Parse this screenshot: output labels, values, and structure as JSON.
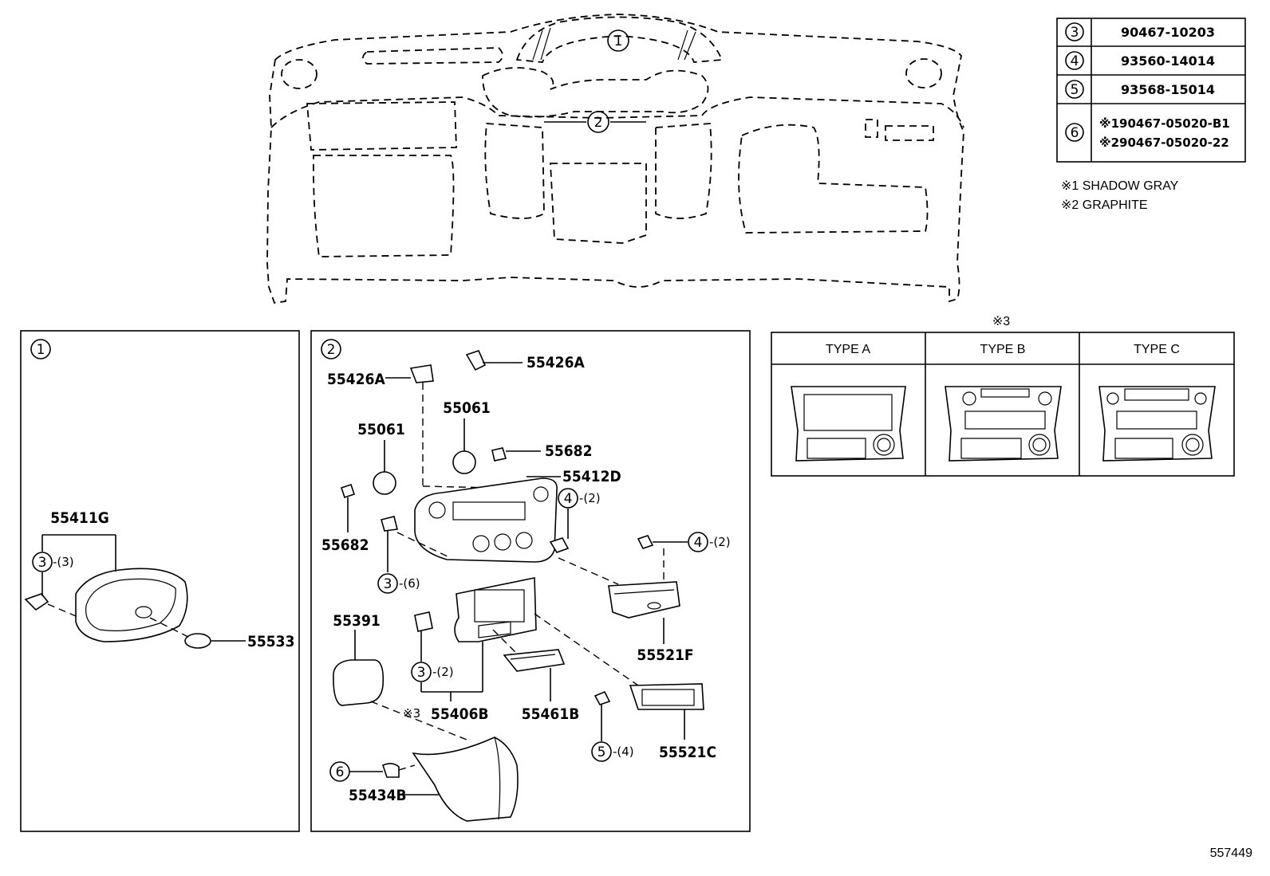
{
  "diagram_id": "557449",
  "main_callouts": {
    "c1": "1",
    "c2": "2"
  },
  "spec_table": {
    "rows": [
      {
        "key": "3",
        "value": "90467-10203"
      },
      {
        "key": "4",
        "value": "93560-14014"
      },
      {
        "key": "5",
        "value": "93568-15014"
      },
      {
        "key": "6",
        "value_line1": "※190467-05020-B1",
        "value_line2": "※290467-05020-22"
      }
    ]
  },
  "notes": {
    "n1": "※1 SHADOW GRAY",
    "n2": "※2 GRAPHITE"
  },
  "types_table": {
    "marker": "※3",
    "headers": [
      "TYPE A",
      "TYPE B",
      "TYPE C"
    ]
  },
  "panel1": {
    "label": "1",
    "parts": {
      "p55411G": "55411G",
      "p55533": "55533"
    },
    "callouts": {
      "c3": "3",
      "c3_qty": "-(3)"
    }
  },
  "panel2": {
    "label": "2",
    "parts": {
      "p55426A_a": "55426A",
      "p55426A_b": "55426A",
      "p55061_a": "55061",
      "p55061_b": "55061",
      "p55682_a": "55682",
      "p55682_b": "55682",
      "p55412D": "55412D",
      "p55521F": "55521F",
      "p55391": "55391",
      "p55406B": "55406B",
      "p55406B_marker": "※3",
      "p55461B": "55461B",
      "p55521C": "55521C",
      "p55434B": "55434B"
    },
    "callouts": {
      "c4a": "4",
      "c4a_qty": "-(2)",
      "c4b": "4",
      "c4b_qty": "-(2)",
      "c3a": "3",
      "c3a_qty": "-(6)",
      "c3b": "3",
      "c3b_qty": "-(2)",
      "c5": "5",
      "c5_qty": "-(4)",
      "c6": "6"
    }
  }
}
